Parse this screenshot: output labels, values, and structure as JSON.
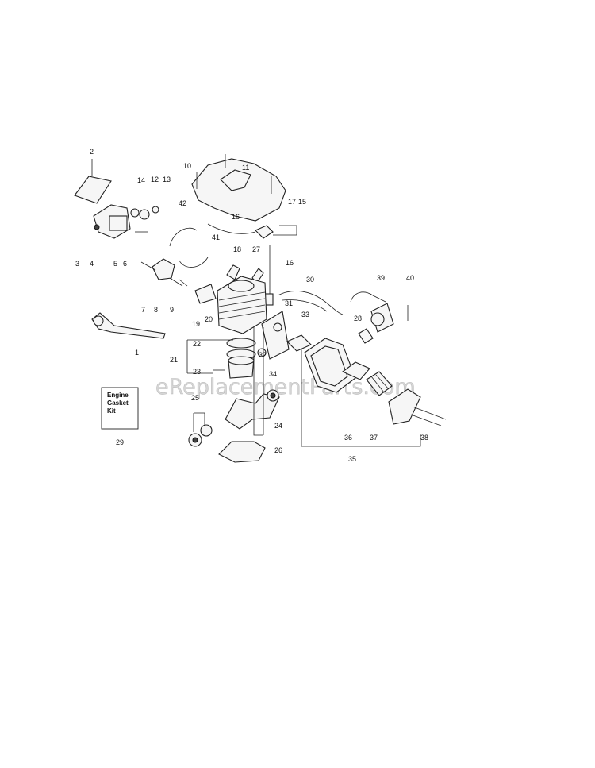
{
  "watermark": "eReplacementParts.com",
  "kit_box": {
    "line1": "Engine",
    "line2": "Gasket",
    "line3": "Kit"
  },
  "callouts": [
    "2",
    "10",
    "11",
    "14",
    "12",
    "13",
    "42",
    "16",
    "17",
    "15",
    "41",
    "3",
    "4",
    "5",
    "6",
    "18",
    "27",
    "16",
    "30",
    "39",
    "40",
    "7",
    "8",
    "9",
    "31",
    "19",
    "20",
    "33",
    "28",
    "1",
    "22",
    "21",
    "32",
    "34",
    "23",
    "25",
    "36",
    "37",
    "38",
    "29",
    "24",
    "26",
    "35"
  ]
}
